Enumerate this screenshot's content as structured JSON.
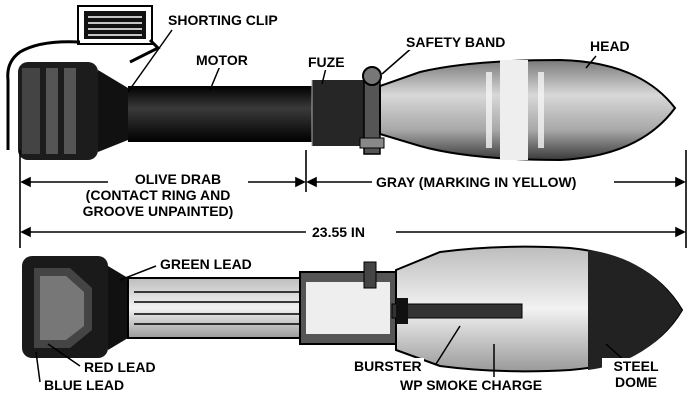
{
  "labels": {
    "shorting_clip": "SHORTING CLIP",
    "motor": "MOTOR",
    "fuze": "FUZE",
    "safety_band": "SAFETY BAND",
    "head": "HEAD",
    "olive_drab_1": "OLIVE DRAB",
    "olive_drab_2": "(CONTACT RING AND",
    "olive_drab_3": "GROOVE UNPAINTED)",
    "gray": "GRAY (MARKING IN YELLOW)",
    "length": "23.55 IN",
    "green_lead": "GREEN LEAD",
    "red_lead": "RED LEAD",
    "blue_lead": "BLUE LEAD",
    "burster": "BURSTER",
    "wp_smoke_charge": "WP SMOKE CHARGE",
    "steel_1": "STEEL",
    "steel_2": "DOME"
  },
  "colors": {
    "olive_body": "#1a1a1a",
    "gray_head": "#c8c8c8",
    "band": "#e6e6e6",
    "ink": "#000000"
  }
}
